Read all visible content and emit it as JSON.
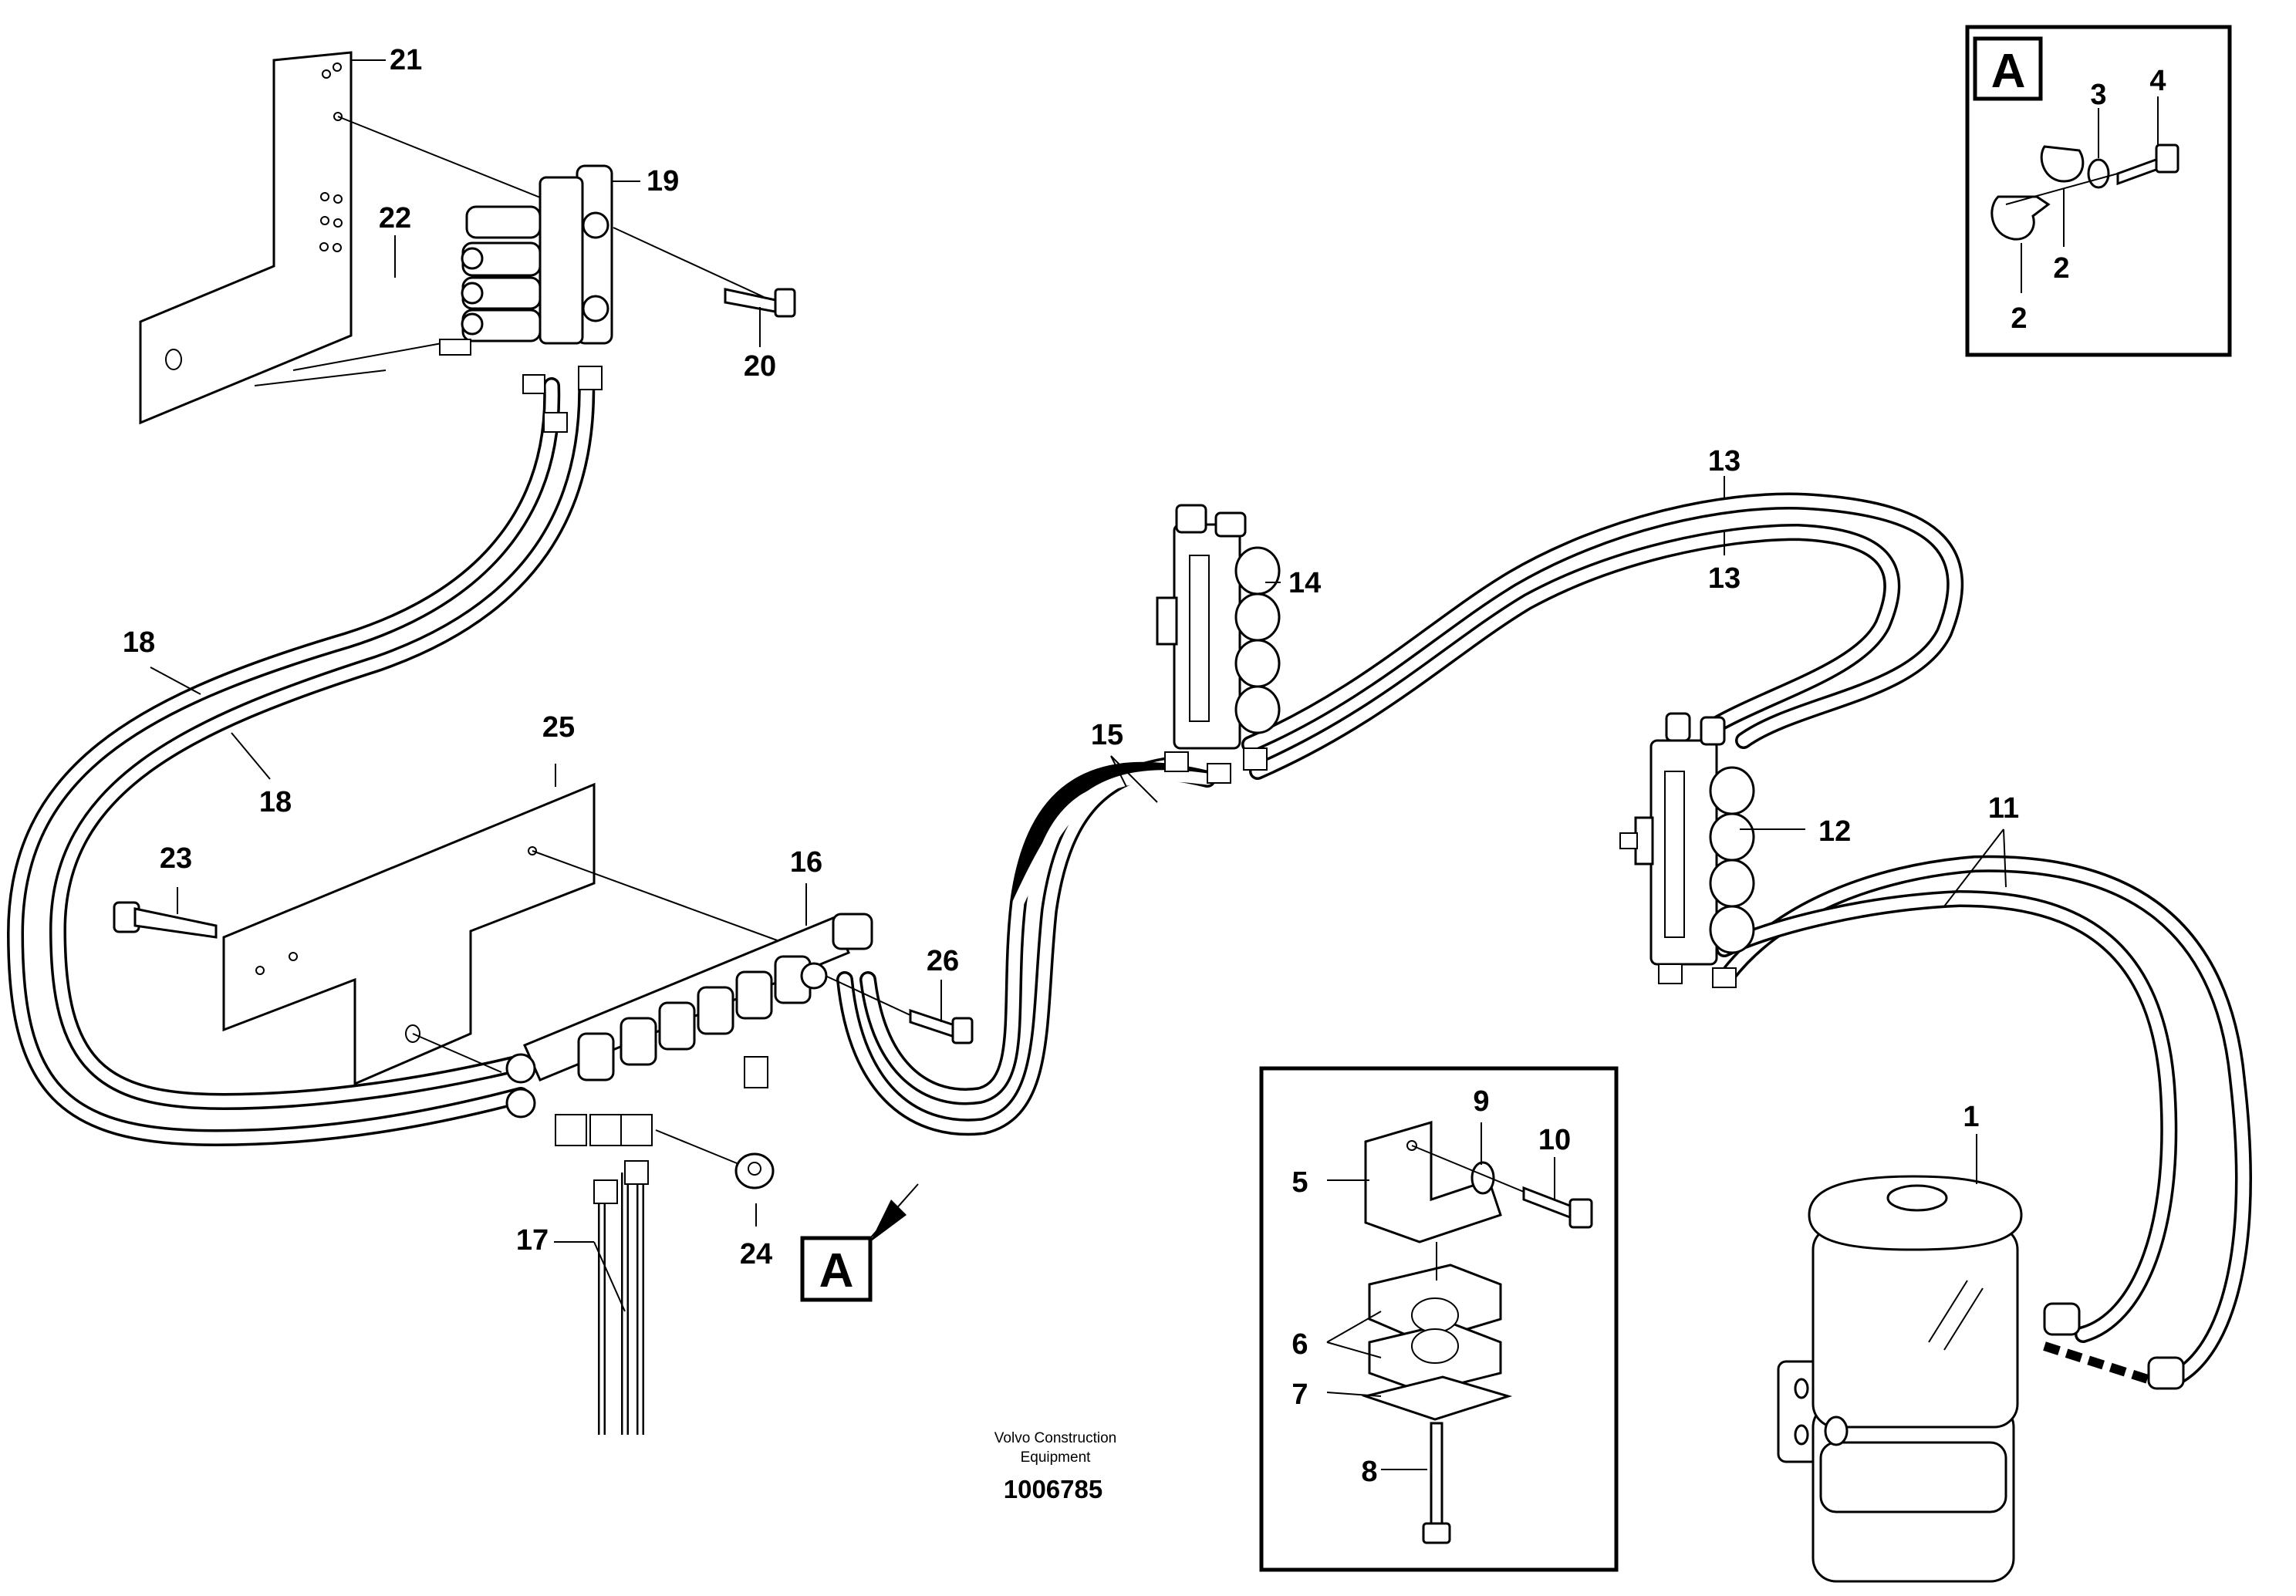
{
  "callouts": {
    "c1": "1",
    "c2a": "2",
    "c2b": "2",
    "c3": "3",
    "c4": "4",
    "c5": "5",
    "c6": "6",
    "c7": "7",
    "c8": "8",
    "c9": "9",
    "c10": "10",
    "c11": "11",
    "c12": "12",
    "c13a": "13",
    "c13b": "13",
    "c14": "14",
    "c15": "15",
    "c16": "16",
    "c17": "17",
    "c18a": "18",
    "c18b": "18",
    "c19": "19",
    "c20": "20",
    "c21": "21",
    "c22": "22",
    "c23": "23",
    "c24": "24",
    "c25": "25",
    "c26": "26"
  },
  "detail_marker": "A",
  "detail_box_label": "A",
  "caption": {
    "line1": "Volvo Construction",
    "line2": "Equipment",
    "doc_number": "1006785"
  }
}
